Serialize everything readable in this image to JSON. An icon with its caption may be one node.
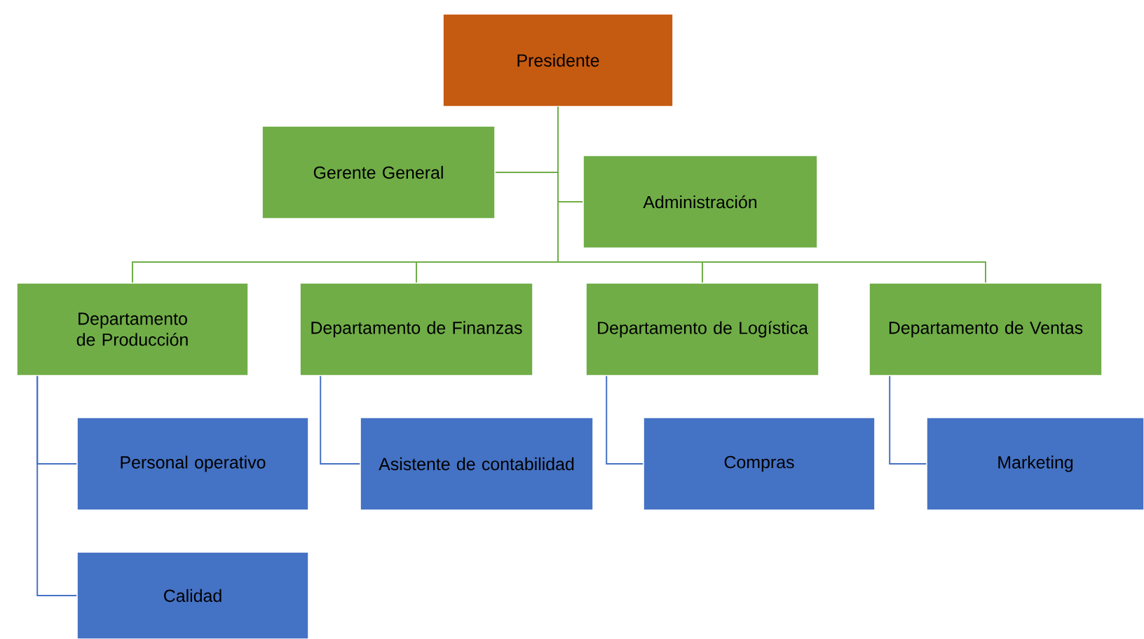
{
  "diagram": {
    "nodes": [
      {
        "text": [
          "Presidente"
        ]
      },
      {
        "text": [
          "Gerente General"
        ]
      },
      {
        "text": [
          "Administración"
        ]
      },
      {
        "text": [
          "Departamento de Producción"
        ]
      },
      {
        "text": [
          "Departamento de Finanzas"
        ]
      },
      {
        "text": [
          "Departamento de Logística"
        ]
      },
      {
        "text": [
          "Departamento de Ventas"
        ]
      },
      {
        "text": [
          "Personal operativo"
        ]
      },
      {
        "text": [
          "Asistente de contabilidad"
        ]
      },
      {
        "text": [
          "Compras"
        ]
      },
      {
        "text": [
          "Marketing"
        ]
      },
      {
        "text": [
          "Calidad"
        ]
      }
    ],
    "edges": [
      {
        "from": 0,
        "to": 1,
        "arrow": "none"
      },
      {
        "from": 0,
        "to": 2,
        "arrow": "none"
      },
      {
        "from": 0,
        "to": 3,
        "arrow": "none"
      },
      {
        "from": 0,
        "to": 4,
        "arrow": "none"
      },
      {
        "from": 0,
        "to": 5,
        "arrow": "none"
      },
      {
        "from": 0,
        "to": 6,
        "arrow": "none"
      },
      {
        "from": 3,
        "to": 7,
        "arrow": "none",
        "color": "#4472c4"
      },
      {
        "from": 3,
        "to": 11,
        "arrow": "none",
        "color": "#4472c4"
      },
      {
        "from": 4,
        "to": 8,
        "arrow": "none",
        "color": "#4472c4"
      },
      {
        "from": 5,
        "to": 9,
        "arrow": "none",
        "color": "#4472c4"
      },
      {
        "from": 6,
        "to": 10,
        "arrow": "none",
        "color": "#4472c4"
      }
    ]
  }
}
